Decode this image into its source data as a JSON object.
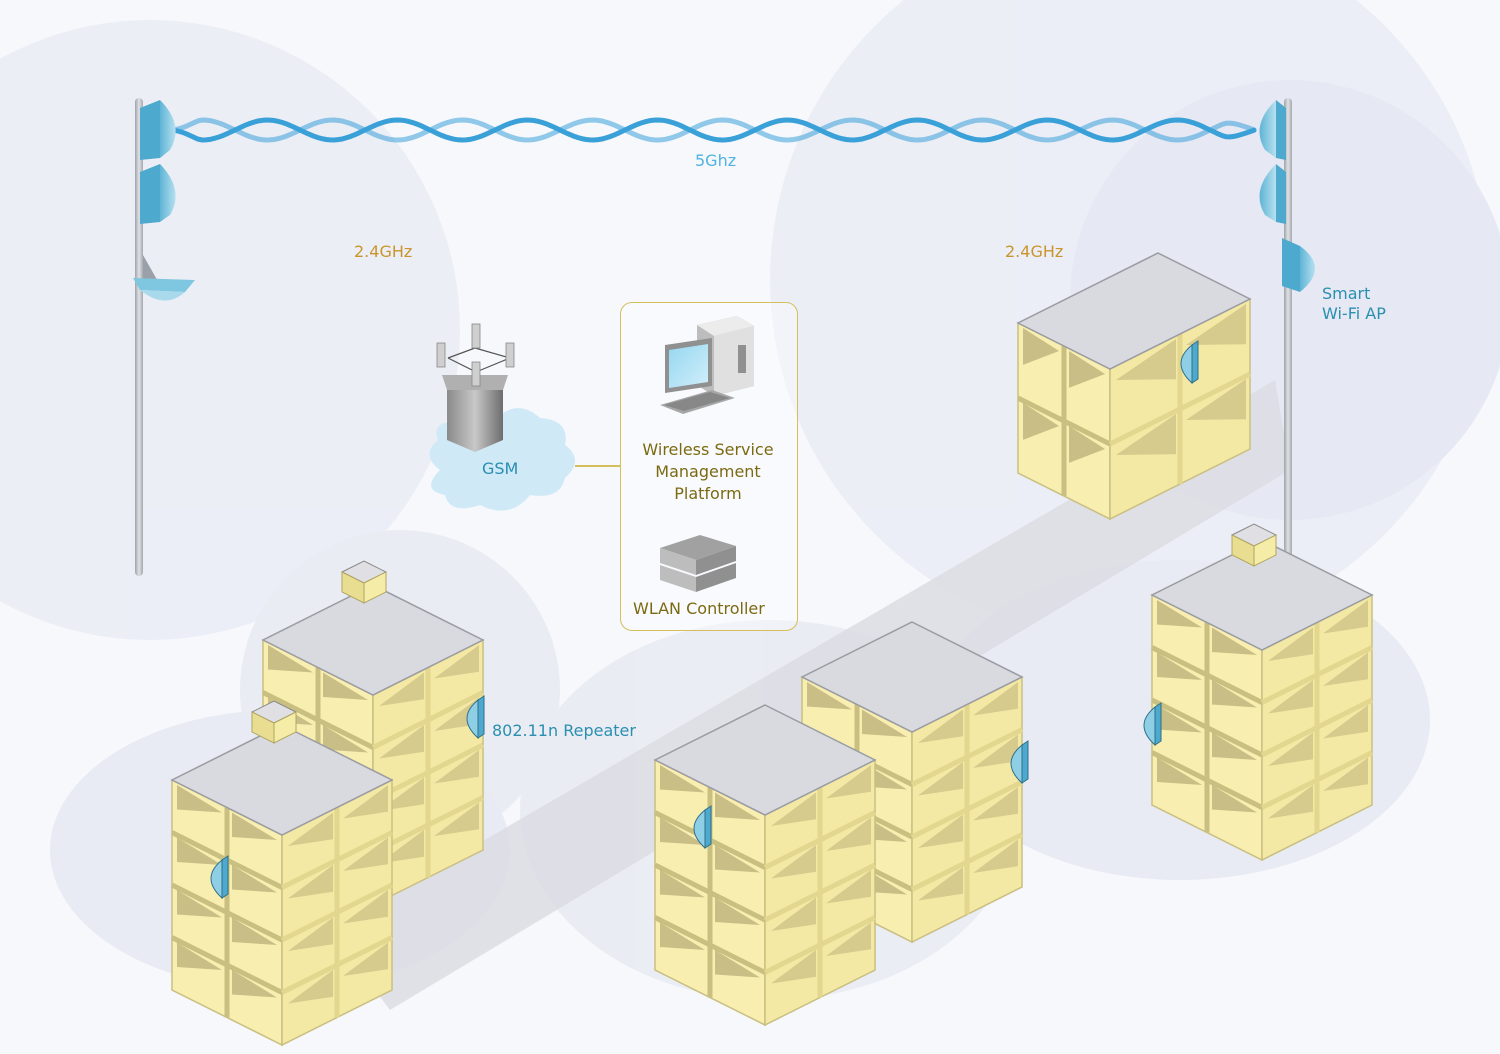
{
  "diagram": {
    "title": "Wireless mesh network",
    "labels": {
      "link_5ghz": "5Ghz",
      "band_left": "2.4GHz",
      "band_right": "2.4GHz",
      "gsm": "GSM",
      "platform_line1": "Wireless Service",
      "platform_line2": "Management",
      "platform_line3": "Platform",
      "wlan_controller": "WLAN Controller",
      "smart_ap_line1": "Smart",
      "smart_ap_line2": "Wi-Fi AP",
      "repeater": "802.11n Repeater"
    },
    "colors": {
      "link_blue": "#3aa0d8",
      "label_blue": "#2a8fb0",
      "label_gold": "#c9952c",
      "label_olive": "#7b6a12",
      "building_wall": "#f7eeb0",
      "building_shadow": "#bdb27a",
      "roof": "#d9dadf",
      "panel_border": "#d4bf5c",
      "cloud": "#cfe9f6",
      "antenna": "#7fc6e0"
    },
    "nodes": [
      {
        "id": "left-mast",
        "type": "antenna-mast"
      },
      {
        "id": "right-mast",
        "type": "antenna-mast"
      },
      {
        "id": "gsm-tower",
        "type": "cell-tower"
      },
      {
        "id": "management-workstation",
        "type": "computer"
      },
      {
        "id": "wlan-controller",
        "type": "switch"
      },
      {
        "id": "building-top-right",
        "type": "building"
      },
      {
        "id": "building-left-back",
        "type": "building"
      },
      {
        "id": "building-left-front",
        "type": "building"
      },
      {
        "id": "building-center-back",
        "type": "building"
      },
      {
        "id": "building-center-front",
        "type": "building"
      },
      {
        "id": "building-right",
        "type": "building"
      }
    ],
    "links": [
      {
        "from": "left-mast",
        "to": "right-mast",
        "label": "5Ghz"
      },
      {
        "from": "gsm-tower",
        "to": "management-workstation",
        "label": ""
      }
    ]
  }
}
